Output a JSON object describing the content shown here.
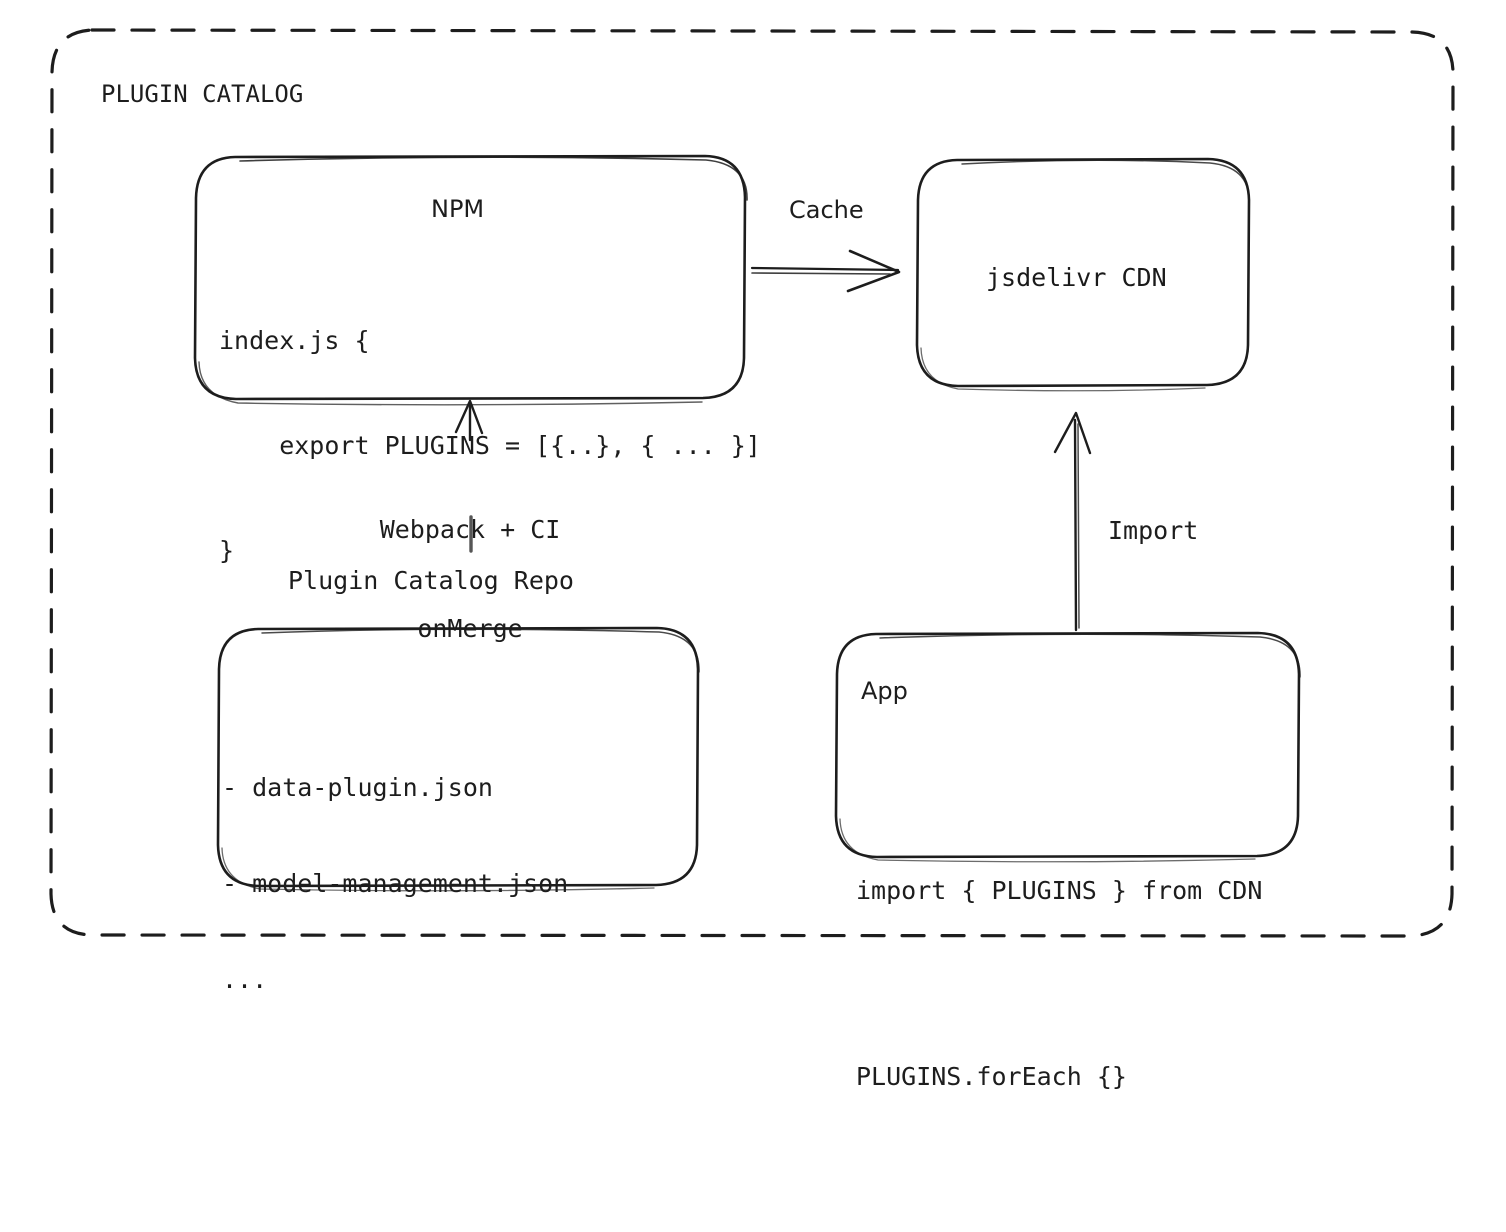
{
  "diagram": {
    "outer_container": {
      "title": "PLUGIN CATALOG",
      "border_style": "dashed",
      "stroke_color": "#1d1d1d"
    },
    "nodes": [
      {
        "id": "npm",
        "title": "NPM",
        "title_align": "center",
        "code_lines": [
          "index.js {",
          "    export PLUGINS = [{..}, { ... }]",
          "}"
        ]
      },
      {
        "id": "cdn",
        "title": "jsdelivr CDN",
        "title_align": "center",
        "code_lines": []
      },
      {
        "id": "repo",
        "title": "Plugin Catalog Repo",
        "title_align": "above-box",
        "code_lines": [
          "- data-plugin.json",
          "- model-management.json",
          "..."
        ]
      },
      {
        "id": "app",
        "title": "App",
        "title_align": "left",
        "code_lines": [
          "import { PLUGINS } from CDN",
          "PLUGINS.forEach {}"
        ]
      }
    ],
    "edges": [
      {
        "id": "npm-to-cdn",
        "label": "Cache",
        "from": "npm",
        "to": "cdn",
        "direction": "right"
      },
      {
        "id": "repo-to-npm",
        "label": "Webpack + CI\nonMerge",
        "label_line_1": "Webpack + CI",
        "label_line_2": "onMerge",
        "from": "repo",
        "to": "npm",
        "direction": "up"
      },
      {
        "id": "app-to-cdn",
        "label": "Import",
        "from": "app",
        "to": "cdn",
        "direction": "up"
      }
    ]
  },
  "colors": {
    "stroke": "#1d1d1d",
    "text": "#1d1d1d",
    "background": "#ffffff"
  }
}
